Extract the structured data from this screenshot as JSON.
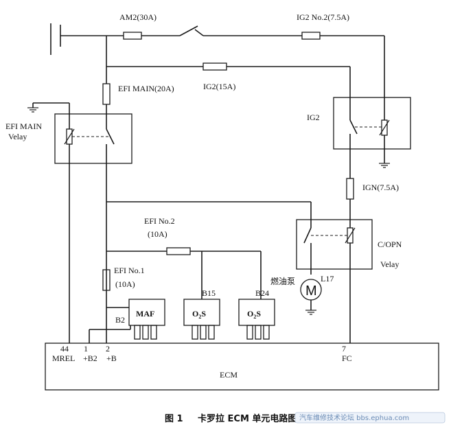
{
  "labels": {
    "am2": "AM2(30A)",
    "ig2_no2": "IG2 No.2(7.5A)",
    "efi_main_fuse": "EFI MAIN(20A)",
    "ig2_fuse": "IG2(15A)",
    "efi_main_relay_line1": "EFI MAIN",
    "efi_main_relay_line2": "Velay",
    "ig2_relay": "IG2",
    "ign_fuse": "IGN(7.5A)",
    "efi_no2_line1": "EFI No.2",
    "efi_no2_line2": "(10A)",
    "efi_no1_line1": "EFI No.1",
    "efi_no1_line2": "(10A)",
    "copn_line1": "C/OPN",
    "copn_line2": "Velay",
    "fuel_pump": "燃油泵",
    "l17": "L17",
    "motor_symbol": "M",
    "b15": "B15",
    "b24": "B24",
    "b2": "B2",
    "maf": "MAF",
    "o2s_left_main": "O",
    "o2s_left_sub": "2",
    "o2s_left_tail": "S",
    "o2s_right_main": "O",
    "o2s_right_sub": "2",
    "o2s_right_tail": "S",
    "pin_44": "44",
    "pin_1": "1",
    "pin_2": "2",
    "pin_7": "7",
    "mrel": "MREL",
    "plus_b2": "+B2",
    "plus_b": "+B",
    "fc": "FC",
    "ecm": "ECM"
  },
  "caption": {
    "figure": "图 1",
    "title": "卡罗拉 ECM 单元电路图"
  },
  "watermark": "汽车维修技术论坛 bbs.ephua.com"
}
